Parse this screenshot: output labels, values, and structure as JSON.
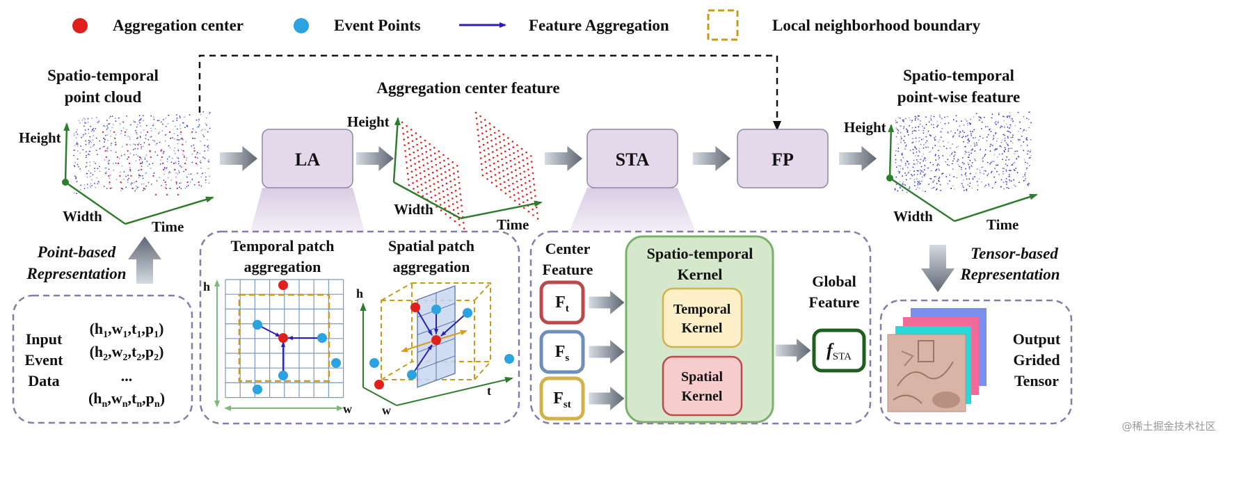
{
  "legend": {
    "aggregation_center": "Aggregation center",
    "event_points": "Event  Points",
    "feature_aggregation": "Feature Aggregation",
    "neighborhood_boundary": "Local neighborhood boundary"
  },
  "input_cloud": {
    "title_line1": "Spatio-temporal",
    "title_line2": "point cloud",
    "axis_height": "Height",
    "axis_width": "Width",
    "axis_time": "Time"
  },
  "center_feature_title": "Aggregation center feature",
  "center_plot": {
    "axis_height": "Height",
    "axis_width": "Width",
    "axis_time": "Time"
  },
  "output_cloud": {
    "title_line1": "Spatio-temporal",
    "title_line2": "point-wise feature",
    "axis_height": "Height",
    "axis_width": "Width",
    "axis_time": "Time"
  },
  "modules": {
    "la": "LA",
    "sta": "STA",
    "fp": "FP"
  },
  "point_repr": {
    "line1": "Point-based",
    "line2": "Representation"
  },
  "tensor_repr": {
    "line1": "Tensor-based",
    "line2": "Representation"
  },
  "input_event": {
    "label_line1": "Input",
    "label_line2": "Event",
    "label_line3": "Data",
    "tuples": [
      {
        "h": "h",
        "hs": "1",
        "w": "w",
        "ws": "1",
        "t": "t",
        "ts": "1",
        "p": "p",
        "ps": "1"
      },
      {
        "h": "h",
        "hs": "2",
        "w": "w",
        "ws": "2",
        "t": "t",
        "ts": "2",
        "p": "p",
        "ps": "2"
      },
      {
        "h": "h",
        "hs": "n",
        "w": "w",
        "ws": "n",
        "t": "t",
        "ts": "n",
        "p": "p",
        "ps": "n"
      }
    ],
    "ellipsis": "..."
  },
  "la_detail": {
    "temporal_line1": "Temporal patch",
    "temporal_line2": "aggregation",
    "spatial_line1": "Spatial patch",
    "spatial_line2": "aggregation",
    "axis_h": "h",
    "axis_w": "w",
    "axis_t": "t",
    "axis_h2": "h",
    "axis_w2": "w"
  },
  "sta_detail": {
    "center_line1": "Center",
    "center_line2": "Feature",
    "inputs": [
      {
        "base": "F",
        "sub": "t",
        "color": "#b84a4a"
      },
      {
        "base": "F",
        "sub": "s",
        "color": "#6f8fb8"
      },
      {
        "base": "F",
        "sub": "st",
        "color": "#d2b04a"
      }
    ],
    "kernel_line1": "Spatio-temporal",
    "kernel_line2": "Kernel",
    "temporal_kernel_line1": "Temporal",
    "temporal_kernel_line2": "Kernel",
    "spatial_kernel_line1": "Spatial",
    "spatial_kernel_line2": "Kernel",
    "global_line1": "Global",
    "global_line2": "Feature",
    "output_base": "f",
    "output_sub": "STA"
  },
  "output_tensor": {
    "line1": "Output",
    "line2": "Grided",
    "line3": "Tensor"
  },
  "watermark": "@稀土掘金技术社区",
  "colors": {
    "aggregation_center": "#e0201b",
    "event_point": "#2aa3e0",
    "feature_arrow": "#2a1fb0",
    "boundary": "#c99a1a",
    "module_fill": "#e3d9ea",
    "kernel_fill": "#d6e8cc",
    "kernel_border": "#7bb06a",
    "temporal_kernel_fill": "#fdf0c8",
    "spatial_kernel_fill": "#f6cccc",
    "output_border": "#1f5e1f",
    "panel_dash": "#8a78a8"
  }
}
